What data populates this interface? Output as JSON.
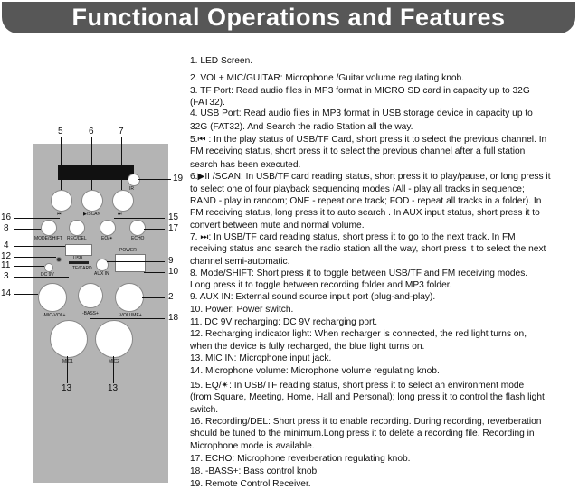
{
  "title": "Functional Operations and Features",
  "panel": {
    "ir": "IR",
    "prev": "⏮",
    "play": "▶/SCAN",
    "next": "⏭",
    "mode": "MODE/SHIFT",
    "rec": "REC/DEL",
    "eq": "EQ/✴",
    "echo": "ECHO",
    "usb": "USB",
    "tf": "TF/CARD",
    "dc": "DC 9V",
    "aux": "AUX IN",
    "power": "POWER",
    "micvol": "-MIC-VOL+",
    "bass": "-BASS+",
    "volume": "-VOLUME+",
    "mic1": "MIC1",
    "mic2": "MIC2"
  },
  "callouts": {
    "c5": "5",
    "c6": "6",
    "c7": "7",
    "c19": "19",
    "c16": "16",
    "c15": "15",
    "c8": "8",
    "c17": "17",
    "c4": "4",
    "c12": "12",
    "c11": "11",
    "c9": "9",
    "c3": "3",
    "c10": "10",
    "c14": "14",
    "c2": "2",
    "c18": "18",
    "c13a": "13",
    "c13b": "13"
  },
  "lines": [
    "1. LED Screen.",
    "2. VOL+ MIC/GUITAR: Microphone /Guitar volume regulating knob.",
    "3. TF Port: Read audio files in MP3 format in MICRO SD card in capacity up to 32G",
    "(FAT32).",
    "4. USB Port: Read audio files in MP3 format in USB storage device in capacity up to",
    "32G (FAT32). And Search the radio Station all the way.",
    "5.⏮ : In the play status of USB/TF Card, short press it to select the previous channel. In",
    "FM receiving status, short press it to select the previous channel after a full station",
    "search has been executed.",
    "6.▶II /SCAN: In USB/TF card reading status, short press it to play/pause, or long press it",
    "to select one of four playback sequencing modes (All - play all tracks in sequence;",
    "RAND - play in random; ONE - repeat one track; FOD - repeat all tracks in a folder). In",
    "FM receiving status, long press it to auto search . In AUX input status, short press it to",
    "convert between mute and normal volume.",
    "7. ⏭: In USB/TF card reading status, short press it to go to the next track. In FM",
    "receiving status and search the radio station all the way, short press it to select the next",
    "channel semi-automatic.",
    "8. Mode/SHIFT: Short press it to toggle between USB/TF and FM receiving modes.",
    "Long press it to toggle between recording folder and MP3 folder.",
    "9. AUX IN: External sound source input port (plug-and-play).",
    "10. Power: Power switch.",
    "11. DC 9V recharging: DC 9V recharging port.",
    "12. Recharging indicator light: When recharger is connected, the red light turns on,",
    "when the device is fully recharged, the blue light turns on.",
    "13. MIC IN: Microphone input jack.",
    "14. Microphone volume: Microphone volume regulating knob.",
    "15. EQ/✴: In USB/TF reading status, short press it to select an environment mode",
    "(from Square, Meeting, Home, Hall and Personal); long press it to control the flash light",
    "switch.",
    "16. Recording/DEL: Short press it to enable recording. During recording, reverberation",
    "should be tuned to the minimum.Long press it to delete a recording file. Recording in",
    "Microphone mode is available.",
    "17. ECHO: Microphone reverberation regulating knob.",
    "18. -BASS+: Bass control knob.",
    "19. Remote Control Receiver."
  ]
}
